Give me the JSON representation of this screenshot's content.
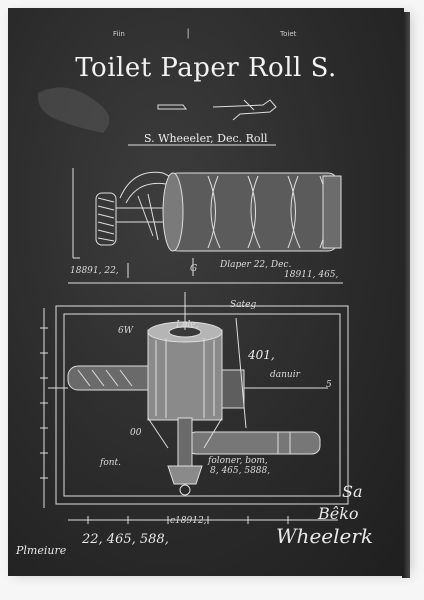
{
  "poster": {
    "header_left": "Fiin",
    "header_right": "Toiet",
    "title": "Toilet Paper Roll S.",
    "subtitle": "S. Wheeeler, Dec. Roll",
    "upper_left_numbers": "18891, 22,",
    "upper_center_label": "G",
    "upper_right_note": "Dlaper 22, Dec.",
    "upper_right_numbers": "18911, 465,",
    "frame_top_label": "Sateg",
    "label_lole": "Lole,",
    "label_6w": "6W",
    "label_401": "401,",
    "label_danuir": "danuir",
    "label_5": "5",
    "label_00": "00",
    "label_font": "font.",
    "label_bottom_mid": "foloner, bom,",
    "label_bottom_nums": "8, 465, 5888,",
    "bottom_center_number": "c18912,",
    "bottom_left_numbers": "22, 465, 588,",
    "bottom_left_signature": "Plmeiure",
    "bottom_right_line1": "Sa",
    "bottom_right_line2": "Bêko",
    "bottom_right_line3": "Wheelerk"
  },
  "colors": {
    "board": "#2b2b2b",
    "chalk": "#eeeeee",
    "page": "#f6f6f6"
  }
}
